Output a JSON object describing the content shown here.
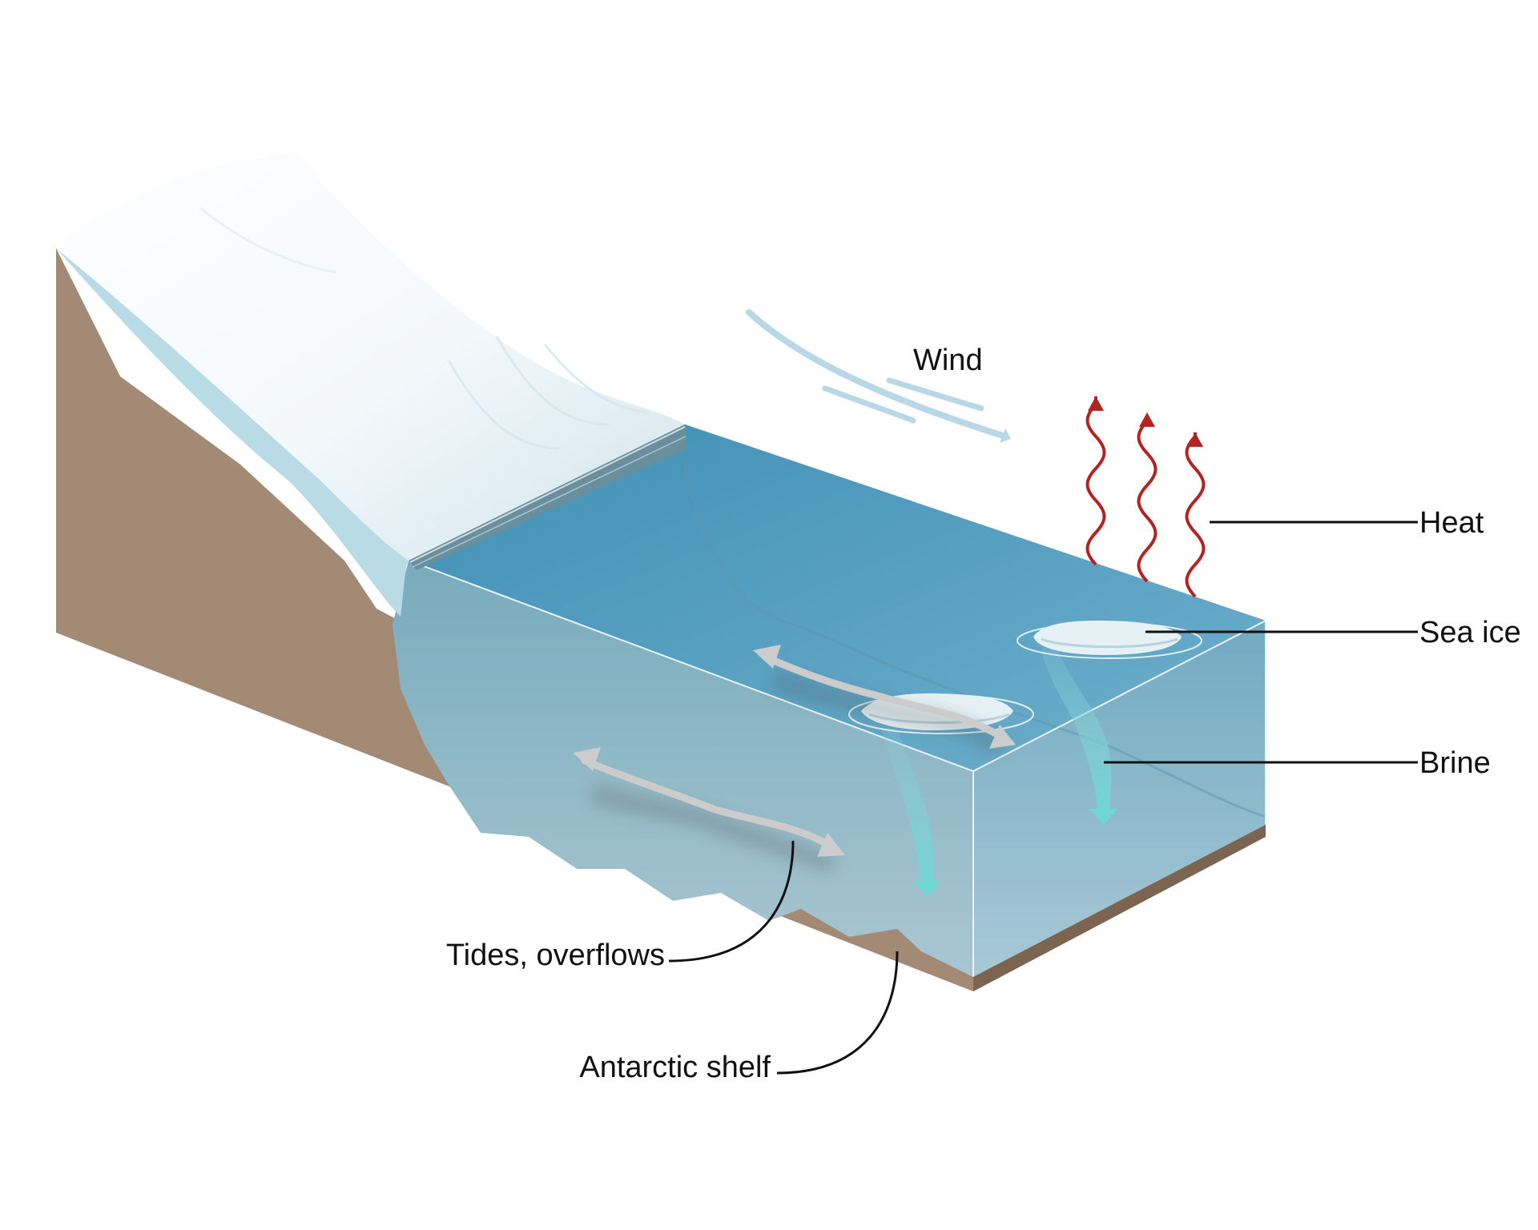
{
  "diagram": {
    "labels": {
      "wind": "Wind",
      "heat": "Heat",
      "sea_ice": "Sea ice",
      "brine": "Brine",
      "tides": "Tides, overflows",
      "shelf": "Antarctic shelf"
    },
    "colors": {
      "ice_shelf_top": "#f4f9fc",
      "ice_shelf_side": "#b8dbe6",
      "ice_front": "#6a8f9c",
      "seabed": "#a38a74",
      "ocean_surface": "#4f9bbd",
      "ocean_body": "#6fa8bb",
      "heat_arrow": "#b3231f",
      "brine_plume": "#6fd0d0",
      "wind_arrow": "#b9d8e6",
      "tide_arrow": "#c7c7c7"
    }
  }
}
